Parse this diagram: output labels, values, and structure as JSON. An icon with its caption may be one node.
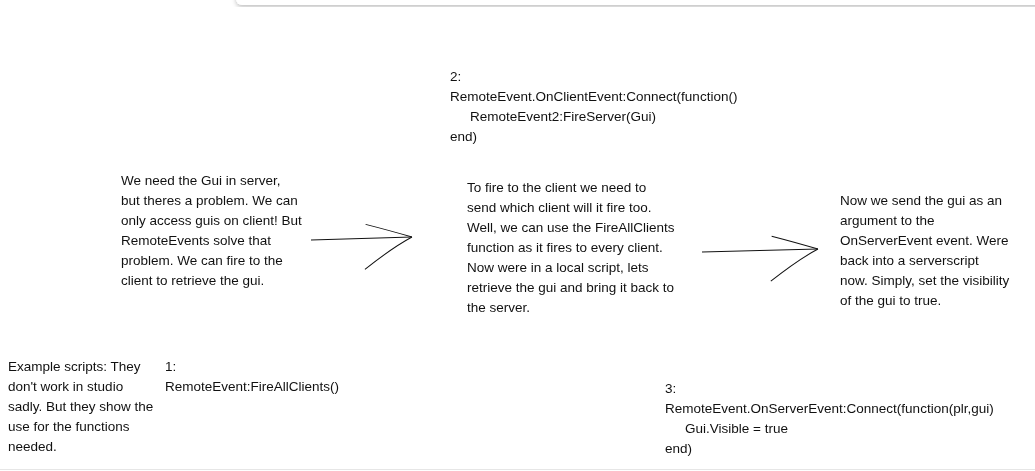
{
  "diagram": {
    "nodes": [
      {
        "text": [
          "We need the Gui in server, but theres a problem. We can only access guis on client! But RemoteEvents solve that problem. We can fire to the client to retrieve the gui."
        ]
      },
      {
        "text": [
          "To fire to the client we need to send which client will it fire too. Well, we can use the FireAllClients function as it fires to every client. Now were in a local script, lets retrieve the gui and bring it back to the server."
        ]
      },
      {
        "text": [
          "Now we send the gui as an argument to the OnServerEvent event. Were back into a serverscript now. Simply, set the visibility of the gui to true."
        ]
      }
    ],
    "edges": [
      {
        "from": 0,
        "to": 1,
        "arrow": "to"
      },
      {
        "from": 1,
        "to": 2,
        "arrow": "to"
      }
    ],
    "labels": [
      "2:",
      "RemoteEvent.OnClientEvent:Connect(function()",
      "RemoteEvent2:FireServer(Gui)",
      "end)",
      "Example scripts: They don't work in studio sadly. But they show the use for the functions needed.",
      "1:",
      "RemoteEvent:FireAllClients()",
      "3:",
      "RemoteEvent.OnServerEvent:Connect(function(plr,gui)",
      "Gui.Visible = true",
      "end)"
    ]
  }
}
